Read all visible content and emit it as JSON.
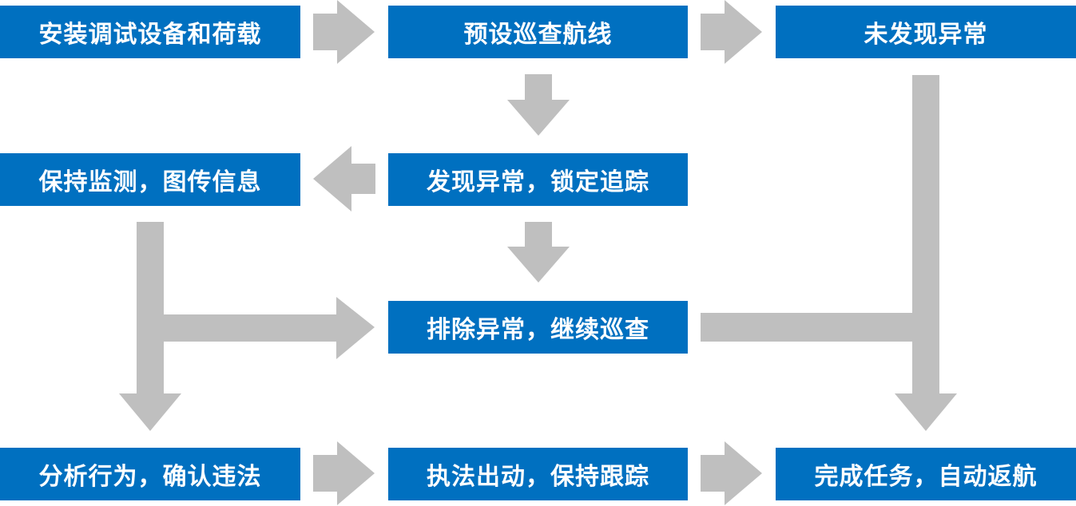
{
  "nodes": {
    "install": "安装调试设备和荷载",
    "preset_route": "预设巡查航线",
    "no_anomaly": "未发现异常",
    "keep_monitoring": "保持监测，图传信息",
    "found_anomaly": "发现异常，锁定追踪",
    "clear_anomaly": "排除异常，继续巡查",
    "analyze": "分析行为，确认违法",
    "enforce": "执法出动，保持跟踪",
    "complete": "完成任务，自动返航"
  },
  "colors": {
    "box_fill": "#0070c0",
    "box_text": "#ffffff",
    "arrow_fill": "#bfbfbf"
  }
}
